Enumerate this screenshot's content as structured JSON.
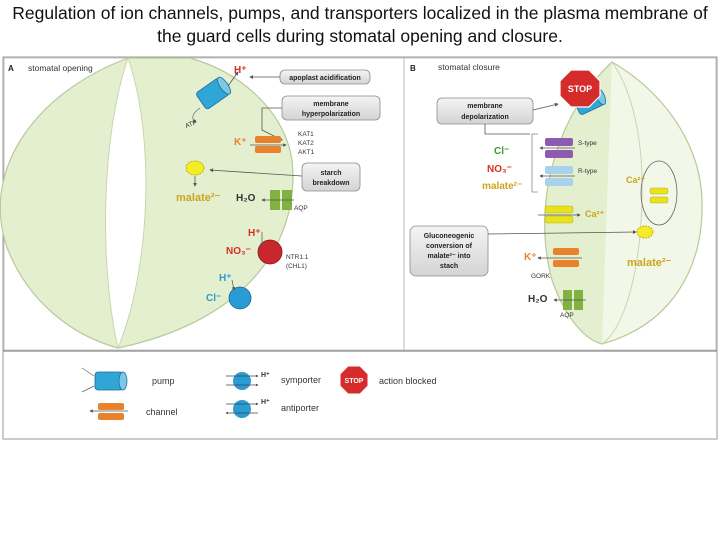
{
  "title": "Regulation of ion channels, pumps, and transporters localized in the plasma membrane of the guard cells during stomatal opening and closure.",
  "colors": {
    "cell_fill": "#e4efcf",
    "cell_stroke": "#b8c99a",
    "pump": "#2fa6d6",
    "channel": "#e8822c",
    "aqp": "#7fb241",
    "symporter_red": "#c8282b",
    "symporter_blue": "#2b9bd3",
    "calcium": "#e8e31a",
    "s_type": "#8e5bb0",
    "r_type": "#a9d1ec",
    "ion_red": "#d8301f",
    "ion_yellow_text": "#c9a61d",
    "stop": "#d62b2b"
  },
  "panel_a": {
    "letter": "A",
    "heading": "stomatal opening",
    "pump_ion": "H⁺",
    "pump_substrate": "ATP",
    "box_apoplast": "apoplast acidification",
    "box_hyper_1": "membrane",
    "box_hyper_2": "hyperpolarization",
    "k_ion": "K⁺",
    "k_channels": [
      "KAT1",
      "KAT2",
      "AKT1"
    ],
    "box_starch_1": "starch",
    "box_starch_2": "breakdown",
    "malate": "malate²⁻",
    "water": "H₂O",
    "aqp_label": "AQP",
    "symporter_ion_1": "H⁺",
    "symporter_ion_2": "NO₃⁻",
    "symporter_names": [
      "NTR1.1",
      "(CHL1)"
    ],
    "cl_ion_1": "H⁺",
    "cl_ion_2": "Cl⁻"
  },
  "panel_b": {
    "letter": "B",
    "heading": "stomatal closure",
    "stop_text": "STOP",
    "box_depol_1": "membrane",
    "box_depol_2": "depolarization",
    "anions": [
      "Cl⁻",
      "NO₃⁻",
      "malate²⁻"
    ],
    "s_type": "S-type",
    "r_type": "R-type",
    "calcium": "Ca²⁺",
    "calcium_2": "Ca²⁺",
    "box_gluco": [
      "Gluconeogenic",
      "conversion of",
      "malate²⁻ into",
      "stach"
    ],
    "k_ion": "K⁺",
    "gork": "GORK",
    "malate": "malate²⁻",
    "water": "H₂O",
    "aqp_label": "AQP"
  },
  "legend": {
    "pump": "pump",
    "channel": "channel",
    "symporter_ion": "H⁺",
    "symporter": "symporter",
    "antiporter_ion": "H⁺",
    "antiporter": "antiporter",
    "stop_text": "STOP",
    "blocked": "action blocked"
  }
}
